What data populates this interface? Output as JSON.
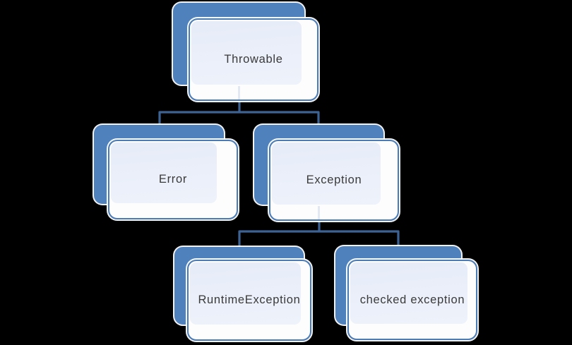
{
  "diagram": {
    "type": "hierarchy",
    "nodes": [
      {
        "id": "throwable",
        "label": "Throwable",
        "parent": null
      },
      {
        "id": "error",
        "label": "Error",
        "parent": "throwable"
      },
      {
        "id": "exception",
        "label": "Exception",
        "parent": "throwable"
      },
      {
        "id": "runtime-exception",
        "label": "RuntimeException",
        "parent": "exception"
      },
      {
        "id": "checked-exception",
        "label": "checked exception",
        "parent": "exception"
      }
    ],
    "edges": [
      {
        "from": "throwable",
        "to": "error"
      },
      {
        "from": "throwable",
        "to": "exception"
      },
      {
        "from": "exception",
        "to": "runtime-exception"
      },
      {
        "from": "exception",
        "to": "checked-exception"
      }
    ]
  },
  "colors": {
    "background": "#000000",
    "back_card": "#4f81bd",
    "card_border": "#4b7bb5",
    "card_fill": "#fdfdfd",
    "sheen_top": "#e6ecf8",
    "sheen_bottom": "#eef2fb",
    "connector": "#3d6394",
    "label_text": "#3a3a3a"
  }
}
